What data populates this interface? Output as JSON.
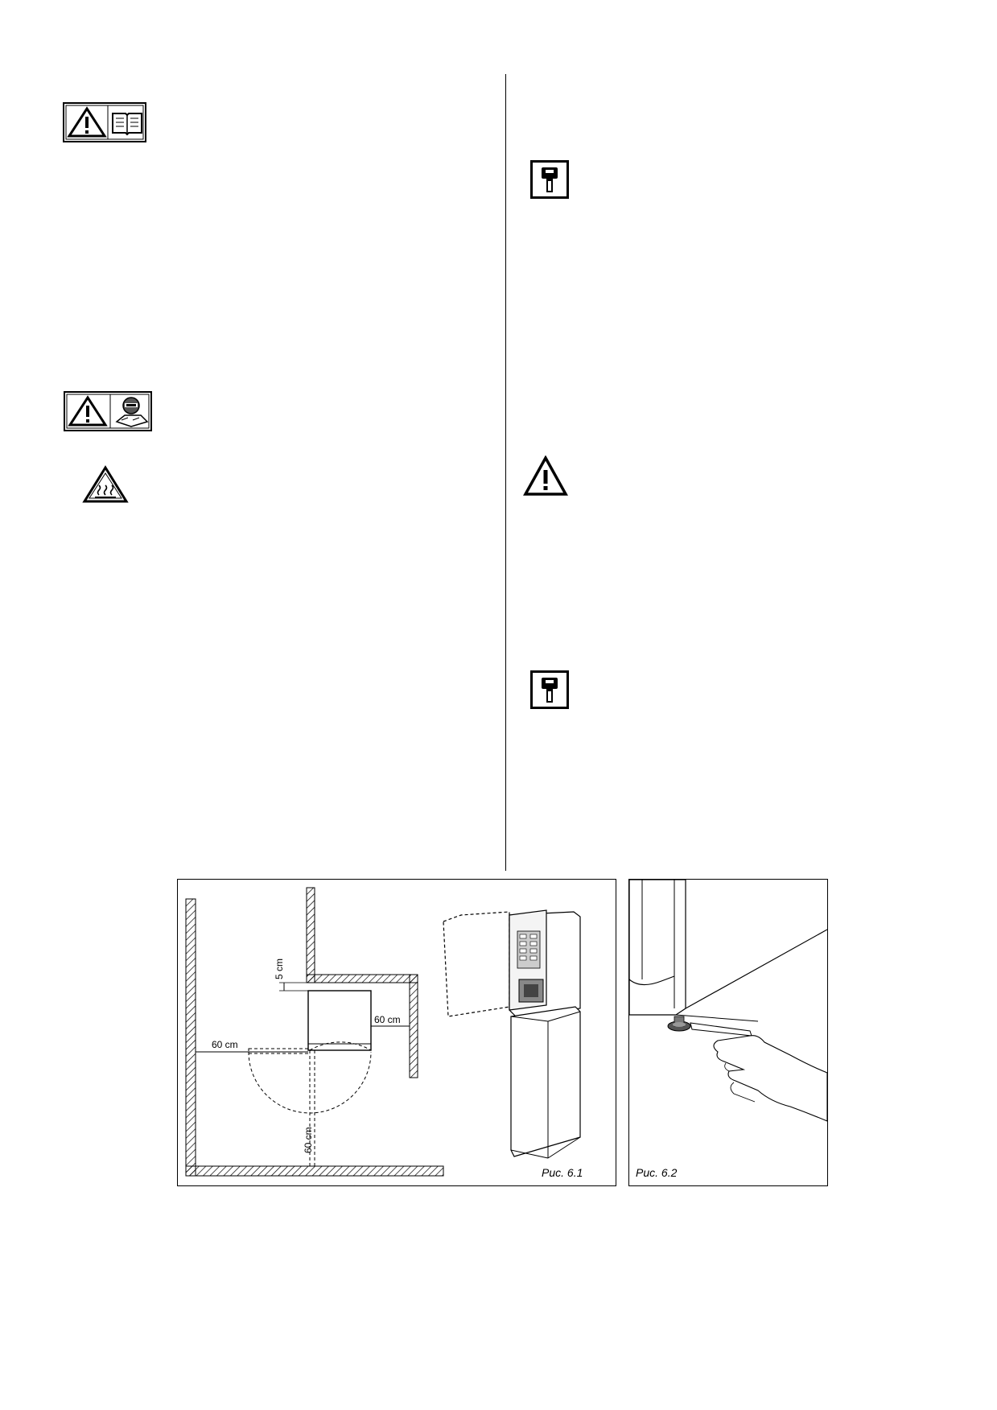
{
  "icons": {
    "warning_manual": [
      "warning-triangle-icon",
      "manual-book-icon"
    ],
    "warning_disposal": [
      "warning-triangle-icon",
      "disposal-icon"
    ],
    "hot_surface": "hot-surface-icon",
    "key_1": "key-icon",
    "warning_right": "warning-triangle-icon",
    "key_2": "key-icon"
  },
  "figure_6_1": {
    "caption": "Рис. 6.1",
    "dimensions": {
      "top_gap": "5 cm",
      "right_gap": "60 cm",
      "left_gap": "60 cm",
      "front_gap": "60 cm"
    }
  },
  "figure_6_2": {
    "caption": "Рис. 6.2"
  }
}
